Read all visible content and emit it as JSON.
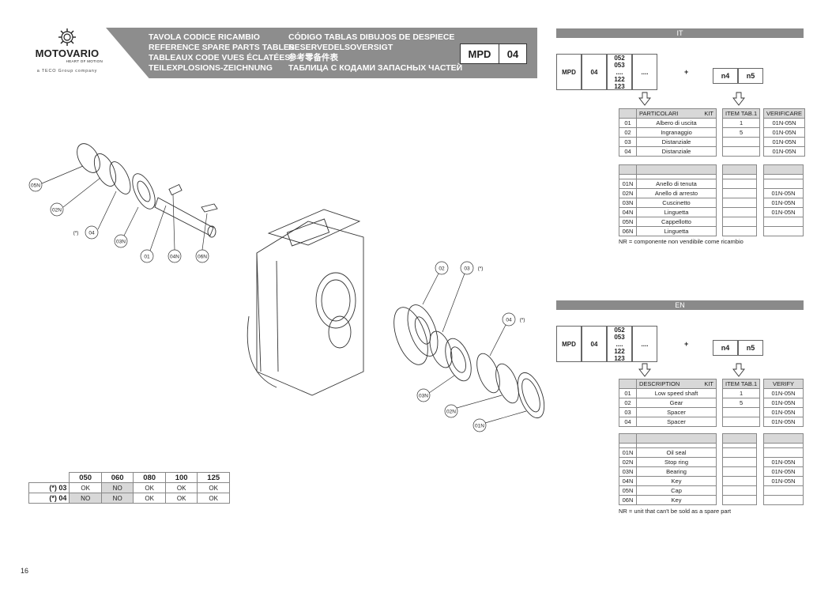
{
  "brand": {
    "name": "MOTOVARIO",
    "tagline": "HEART OF MOTION",
    "group_line": "a TECO Group company"
  },
  "header": {
    "col1": [
      "TAVOLA CODICE RICAMBIO",
      "REFERENCE SPARE PARTS TABLES",
      "TABLEAUX CODE VUES ÉCLATÉES",
      "TEILEXPLOSIONS-ZEICHNUNG"
    ],
    "col2": [
      "CÓDIGO TABLAS DIBUJOS DE DESPIECE",
      "RESERVEDELSOVERSIGT",
      "参考零备件表",
      "ТАБЛИЦА С КОДАМИ ЗАПАСНЫХ ЧАСТЕЙ"
    ],
    "code_a": "MPD",
    "code_b": "04"
  },
  "diagram": {
    "callouts_left": [
      "05N",
      "02N",
      "(*)",
      "04",
      "03N",
      "01",
      "04N",
      "06N"
    ],
    "callouts_right": [
      "02",
      "03",
      "(*)",
      "04",
      "(*)",
      "03N",
      "02N",
      "01N"
    ]
  },
  "compat": {
    "headers": [
      "050",
      "060",
      "080",
      "100",
      "125"
    ],
    "rows": [
      {
        "label": "(*) 03",
        "cells": [
          "OK",
          "NO",
          "OK",
          "OK",
          "OK"
        ]
      },
      {
        "label": "(*) 04",
        "cells": [
          "NO",
          "NO",
          "OK",
          "OK",
          "OK"
        ]
      }
    ]
  },
  "sections": [
    {
      "title": "IT",
      "code": {
        "mpd": "MPD",
        "num": "04",
        "sizes": [
          "052",
          "053",
          "....",
          "122",
          "123"
        ],
        "dots": "....",
        "plus": "+",
        "n4": "n4",
        "n5": "n5"
      },
      "main_headers": {
        "part": "PARTICOLARI",
        "kit": "KIT",
        "item": "ITEM TAB.1",
        "verify": "VERIFICARE"
      },
      "main_rows": [
        {
          "code": "01",
          "desc": "Albero di uscita",
          "item": "1",
          "verify": "01N-05N"
        },
        {
          "code": "02",
          "desc": "Ingranaggio",
          "item": "5",
          "verify": "01N-05N"
        },
        {
          "code": "03",
          "desc": "Distanziale",
          "item": "",
          "verify": "01N-05N"
        },
        {
          "code": "04",
          "desc": "Distanziale",
          "item": "",
          "verify": "01N-05N"
        }
      ],
      "n_rows": [
        {
          "code": "01N",
          "desc": "Anello di tenuta",
          "verify": ""
        },
        {
          "code": "02N",
          "desc": "Anello di arresto",
          "verify": "01N-05N"
        },
        {
          "code": "03N",
          "desc": "Cuscinetto",
          "verify": "01N-05N"
        },
        {
          "code": "04N",
          "desc": "Linguetta",
          "verify": "01N-05N"
        },
        {
          "code": "05N",
          "desc": "Cappellotto",
          "verify": ""
        },
        {
          "code": "06N",
          "desc": "Linguetta",
          "verify": ""
        }
      ],
      "note": "NR = componente non vendibile come ricambio"
    },
    {
      "title": "EN",
      "code": {
        "mpd": "MPD",
        "num": "04",
        "sizes": [
          "052",
          "053",
          "....",
          "122",
          "123"
        ],
        "dots": "....",
        "plus": "+",
        "n4": "n4",
        "n5": "n5"
      },
      "main_headers": {
        "part": "DESCRIPTION",
        "kit": "KIT",
        "item": "ITEM TAB.1",
        "verify": "VERIFY"
      },
      "main_rows": [
        {
          "code": "01",
          "desc": "Low speed shaft",
          "item": "1",
          "verify": "01N-05N"
        },
        {
          "code": "02",
          "desc": "Gear",
          "item": "5",
          "verify": "01N-05N"
        },
        {
          "code": "03",
          "desc": "Spacer",
          "item": "",
          "verify": "01N-05N"
        },
        {
          "code": "04",
          "desc": "Spacer",
          "item": "",
          "verify": "01N-05N"
        }
      ],
      "n_rows": [
        {
          "code": "01N",
          "desc": "Oil seal",
          "verify": ""
        },
        {
          "code": "02N",
          "desc": "Stop ring",
          "verify": "01N-05N"
        },
        {
          "code": "03N",
          "desc": "Bearing",
          "verify": "01N-05N"
        },
        {
          "code": "04N",
          "desc": "Key",
          "verify": "01N-05N"
        },
        {
          "code": "05N",
          "desc": "Cap",
          "verify": ""
        },
        {
          "code": "06N",
          "desc": "Key",
          "verify": ""
        }
      ],
      "note": "NR = unit that can't be sold as a spare part"
    }
  ],
  "page_number": "16"
}
